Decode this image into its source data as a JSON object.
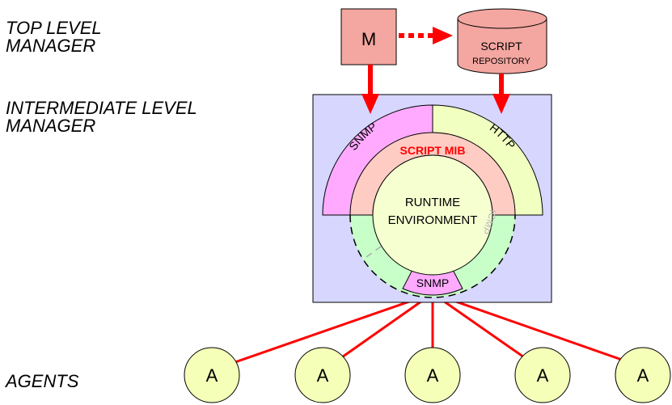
{
  "levels": {
    "top": [
      "TOP LEVEL",
      "MANAGER"
    ],
    "intermediate": [
      "INTERMEDIATE LEVEL",
      "MANAGER"
    ],
    "agents": "AGENTS"
  },
  "top_manager": {
    "label": "M"
  },
  "repository": {
    "line1": "SCRIPT",
    "line2": "REPOSITORY"
  },
  "mib": {
    "snmp_upper": "SNMP",
    "http": "HTTP",
    "script_mib": "SCRIPT MIB",
    "runtime_line1": "RUNTIME",
    "runtime_line2": "ENVIRONMENT",
    "icmp": "ICMP",
    "snmp_lower": "SNMP"
  },
  "agents": [
    "A",
    "A",
    "A",
    "A",
    "A"
  ],
  "colors": {
    "arrow": "#ff0000",
    "manager_fill": "#f4a6a0",
    "box_fill": "#d6d6ff",
    "snmp_band": "#ffaaff",
    "http_band": "#f1ffc0",
    "script_mib_band": "#ffccc4",
    "runtime_fill": "#f5ffd0",
    "lower_band": "#c8ffc8",
    "agent_fill": "#f5ffb8"
  }
}
